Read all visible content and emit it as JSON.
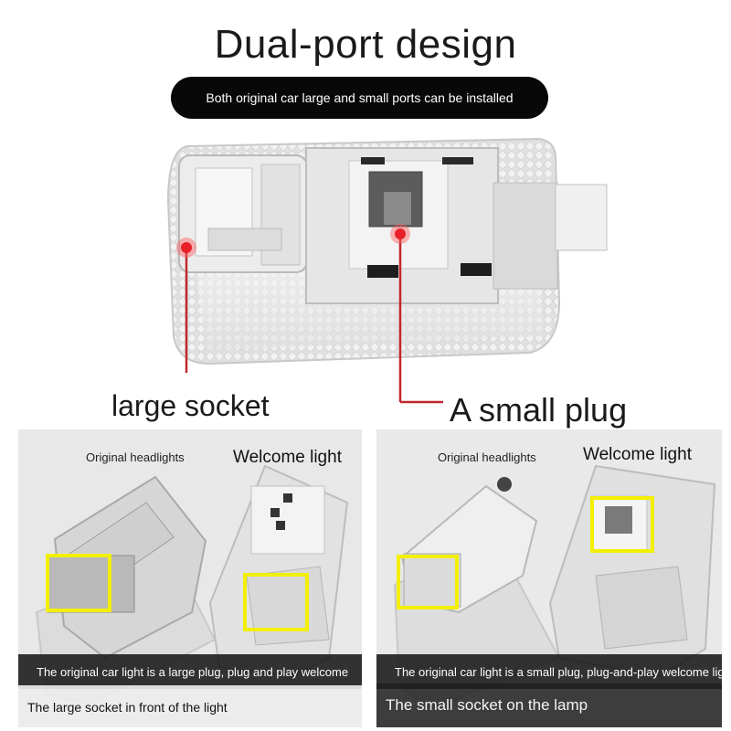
{
  "header": {
    "title": "Dual-port design",
    "subtitle": "Both original car large and small ports can be installed"
  },
  "callouts": {
    "large": "large socket",
    "small": "A small plug"
  },
  "panels": {
    "left": {
      "label_headlights": "Original headlights",
      "label_welcome": "Welcome light",
      "caption": "The original car light is a large plug, plug and play welcome",
      "sub_caption": "The large socket in front of the light"
    },
    "right": {
      "label_headlights": "Original headlights",
      "label_welcome": "Welcome light",
      "caption": "The original car light is a small plug, plug-and-play welcome light",
      "sub_caption": "The small socket on the lamp"
    }
  },
  "colors": {
    "pill": "#080808",
    "callout_marker": "#e8202a",
    "highlight_box": "#f2f000"
  }
}
